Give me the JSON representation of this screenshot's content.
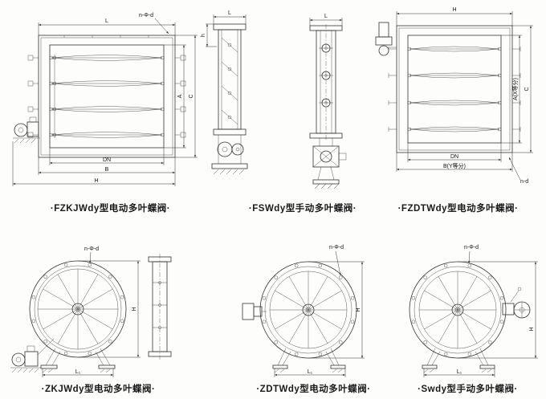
{
  "figures": {
    "fzkjwdy": {
      "caption": "·FZKJWdy型电动多叶蝶阀·"
    },
    "fswdy": {
      "caption": "·FSWdy型手动多叶蝶阀·"
    },
    "fzdtwdy": {
      "caption": "·FZDTWdy型电动多叶蝶阀·"
    },
    "zkjwdy": {
      "caption": "·ZKJWdy型电动多叶蝶阀·"
    },
    "zdtwdy": {
      "caption": "·ZDTWdy型电动多叶蝶阀·"
    },
    "swdy": {
      "caption": "·Swdy型手动多叶蝶阀·"
    }
  },
  "dims": {
    "n_phi_d": "n-Φ-d",
    "n_d": "n-d",
    "L": "L",
    "L1": "L₁",
    "A": "A",
    "AX": "A(X等分)",
    "B": "B",
    "BY": "B(Y等分)",
    "C": "C",
    "DN": "DN",
    "H": "H",
    "h": "h"
  }
}
